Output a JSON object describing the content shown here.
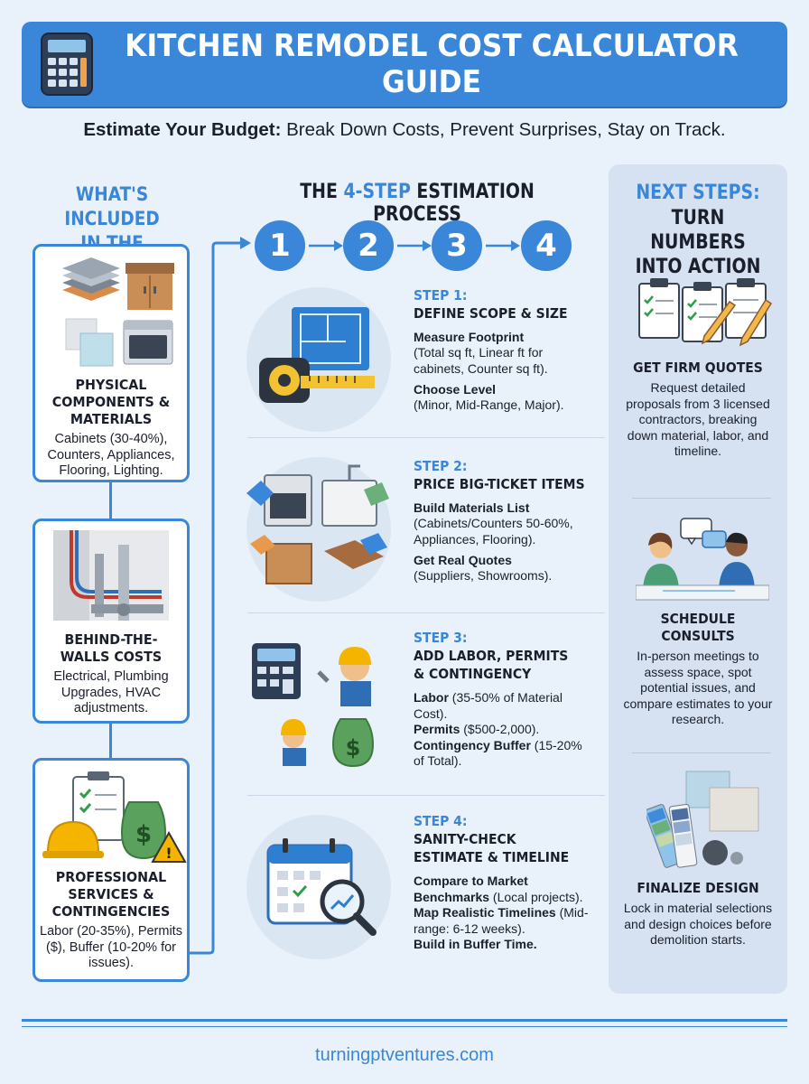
{
  "header": {
    "title": "KITCHEN REMODEL COST CALCULATOR GUIDE",
    "subtitle_bold": "Estimate Your Budget:",
    "subtitle_rest": " Break Down Costs, Prevent Surprises, Stay on Track."
  },
  "left": {
    "title_line1": "WHAT'S INCLUDED",
    "title_line2": "IN THE CALCULATION",
    "cards": [
      {
        "title": "PHYSICAL COMPONENTS & MATERIALS",
        "text": "Cabinets (30-40%), Counters, Appliances, Flooring, Lighting."
      },
      {
        "title": "BEHIND-THE-WALLS COSTS",
        "text": "Electrical, Plumbing Upgrades, HVAC adjustments."
      },
      {
        "title": "PROFESSIONAL SERVICES & CONTINGENCIES",
        "text": "Labor (20-35%), Permits ($), Buffer (10-20% for issues)."
      }
    ]
  },
  "center": {
    "title_pre": "THE ",
    "title_accent": "4-STEP",
    "title_post": " ESTIMATION PROCESS",
    "numbers": [
      "1",
      "2",
      "3",
      "4"
    ],
    "steps": [
      {
        "label": "STEP 1:",
        "heading": [
          "DEFINE SCOPE & SIZE"
        ],
        "items": [
          {
            "sub": "Measure Footprint",
            "text": "(Total sq ft, Linear ft for cabinets, Counter sq ft)."
          },
          {
            "sub": "Choose Level",
            "text": "(Minor, Mid-Range, Major)."
          }
        ]
      },
      {
        "label": "STEP 2:",
        "heading": [
          "PRICE BIG-TICKET ITEMS"
        ],
        "items": [
          {
            "sub": "Build Materials List",
            "text": "(Cabinets/Counters 50-60%, Appliances, Flooring)."
          },
          {
            "sub": "Get Real Quotes",
            "text": "(Suppliers, Showrooms)."
          }
        ]
      },
      {
        "label": "STEP 3:",
        "heading": [
          "ADD LABOR, PERMITS",
          "& CONTINGENCY"
        ],
        "pairs": [
          {
            "b": "Labor",
            "t": " (35-50% of Material Cost)."
          },
          {
            "b": "Permits",
            "t": " ($500-2,000)."
          },
          {
            "b": "Contingency Buffer",
            "t": " (15-20% of Total)."
          }
        ]
      },
      {
        "label": "STEP 4:",
        "heading": [
          "SANITY-CHECK",
          "ESTIMATE & TIMELINE"
        ],
        "pairs": [
          {
            "b": "Compare to Market Benchmarks",
            "t": " (Local projects)."
          },
          {
            "b": "Map Realistic Timelines",
            "t": " (Mid-range: 6-12 weeks)."
          },
          {
            "b": "Build in Buffer Time.",
            "t": ""
          }
        ]
      }
    ]
  },
  "right": {
    "title_line1": "NEXT STEPS:",
    "title_line2": "TURN NUMBERS",
    "title_line3": "INTO ACTION",
    "blocks": [
      {
        "title": "GET FIRM QUOTES",
        "text": "Request detailed proposals from 3 licensed contractors, breaking down material, labor, and timeline."
      },
      {
        "title": "SCHEDULE CONSULTS",
        "text": "In-person meetings to assess space, spot potential issues, and compare estimates to your research."
      },
      {
        "title": "FINALIZE DESIGN",
        "text": "Lock in material selections and design choices before demolition starts."
      }
    ]
  },
  "footer": {
    "site": "turningptventures.com"
  },
  "colors": {
    "accent": "#3a86d8",
    "background": "#e9f1fb",
    "panel": "#d6e2f1"
  }
}
